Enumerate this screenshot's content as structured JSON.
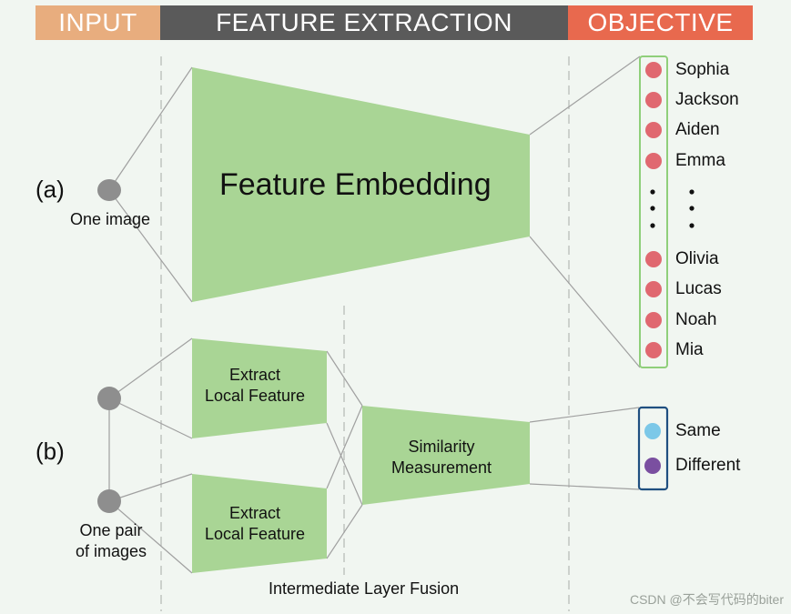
{
  "header": {
    "input": "INPUT",
    "feature_extraction": "FEATURE EXTRACTION",
    "objective": "OBJECTIVE"
  },
  "section_a": {
    "label": "(a)",
    "input_caption": "One image",
    "embedding_label": "Feature Embedding",
    "identities_top": [
      "Sophia",
      "Jackson",
      "Aiden",
      "Emma"
    ],
    "identities_bottom": [
      "Olivia",
      "Lucas",
      "Noah",
      "Mia"
    ],
    "identity_dot_color": "#e06870",
    "identity_box_color": "#8fcf7a"
  },
  "section_b": {
    "label": "(b)",
    "input_caption_line1": "One pair",
    "input_caption_line2": "of images",
    "extract_line1": "Extract",
    "extract_line2": "Local Feature",
    "similarity_line1": "Similarity",
    "similarity_line2": "Measurement",
    "fusion_label": "Intermediate Layer Fusion",
    "outputs": [
      {
        "label": "Same",
        "color": "#7cc8e8"
      },
      {
        "label": "Different",
        "color": "#7a4fa0"
      }
    ],
    "output_box_color": "#1f4f80"
  },
  "colors": {
    "block_green": "#a9d595",
    "node_gray": "#8e8e8e",
    "line_gray": "#a0a0a0"
  },
  "watermark": "CSDN @不会写代码的biter"
}
